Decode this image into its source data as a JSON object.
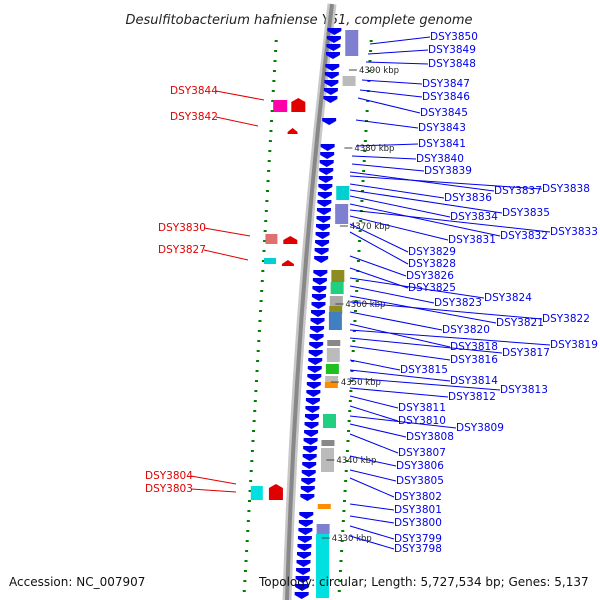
{
  "header": {
    "title": "Desulfitobacterium hafniense Y51, complete genome"
  },
  "footer": {
    "accession": "Accession: NC_007907",
    "summary": "Topology: circular; Length: 5,727,534 bp; Genes: 5,137"
  },
  "colors": {
    "plus_strand": "#e00000",
    "minus_strand": "#0000ee",
    "axis": "#888888",
    "tick": "#008000"
  },
  "scale_marks": [
    "4390 kbp",
    "4380 kbp",
    "4370 kbp",
    "4360 kbp",
    "4350 kbp",
    "4340 kbp",
    "4330 kbp"
  ],
  "left_labels": [
    "DSY3844",
    "DSY3842",
    "DSY3830",
    "DSY3827",
    "DSY3804",
    "DSY3803"
  ],
  "right_labels": [
    "DSY3850",
    "DSY3849",
    "DSY3848",
    "DSY3847",
    "DSY3846",
    "DSY3845",
    "DSY3843",
    "DSY3841",
    "DSY3840",
    "DSY3839",
    "DSY3837",
    "DSY3838",
    "DSY3836",
    "DSY3835",
    "DSY3834",
    "DSY3832",
    "DSY3833",
    "DSY3831",
    "DSY3829",
    "DSY3828",
    "DSY3826",
    "DSY3825",
    "DSY3824",
    "DSY3823",
    "DSY3821",
    "DSY3822",
    "DSY3820",
    "DSY3818",
    "DSY3819",
    "DSY3817",
    "DSY3816",
    "DSY3815",
    "DSY3814",
    "DSY3813",
    "DSY3812",
    "DSY3811",
    "DSY3810",
    "DSY3809",
    "DSY3808",
    "DSY3807",
    "DSY3806",
    "DSY3805",
    "DSY3802",
    "DSY3801",
    "DSY3800",
    "DSY3799",
    "DSY3798"
  ]
}
